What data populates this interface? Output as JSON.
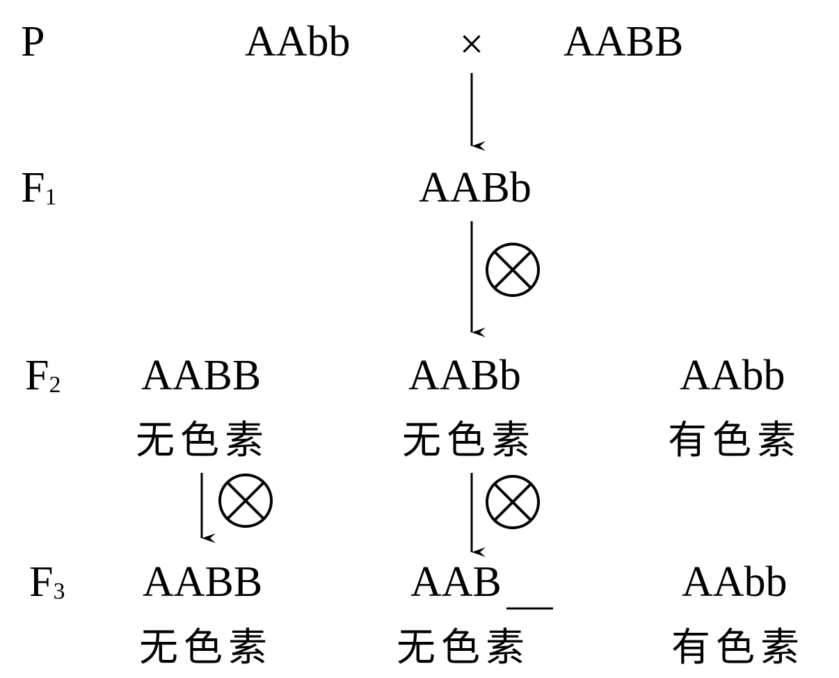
{
  "generations": {
    "p": "P",
    "f": "F",
    "f1_sub": "1",
    "f2_sub": "2",
    "f3_sub": "3"
  },
  "cross_symbol": "×",
  "parents": {
    "left": "AAbb",
    "right": "AABB"
  },
  "f1": {
    "genotype": "AABb"
  },
  "f2": [
    {
      "genotype": "AABB",
      "phenotype": "无色素"
    },
    {
      "genotype": "AABb",
      "phenotype": "无色素"
    },
    {
      "genotype": "AAbb",
      "phenotype": "有色素"
    }
  ],
  "f3": [
    {
      "genotype": "AABB",
      "phenotype": "无色素"
    },
    {
      "genotype": "AAB",
      "phenotype": "无色素"
    },
    {
      "genotype": "AAbb",
      "phenotype": "有色素"
    }
  ]
}
